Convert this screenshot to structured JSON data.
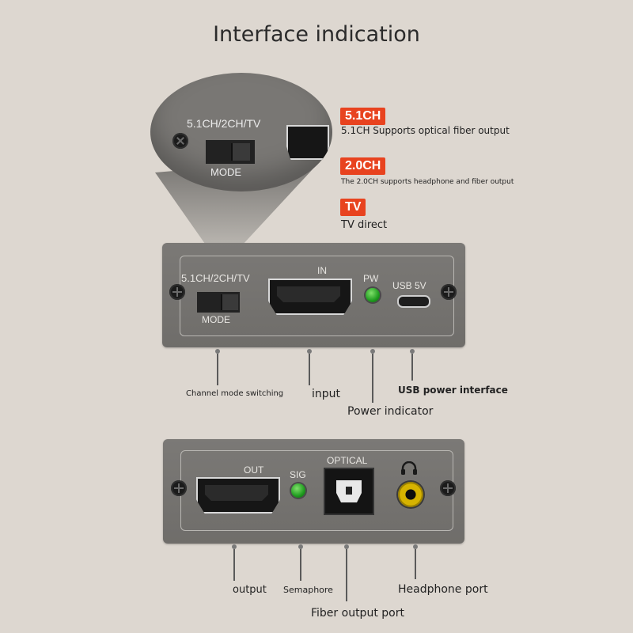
{
  "title": "Interface indication",
  "modes": [
    {
      "badge": "5.1CH",
      "text": "5.1CH Supports optical fiber output"
    },
    {
      "badge": "2.0CH",
      "text": "The 2.0CH supports headphone and fiber output"
    },
    {
      "badge": "TV",
      "text": "TV direct"
    }
  ],
  "zoom": {
    "mode_options": "5.1CH/2CH/TV",
    "mode_label": "MODE"
  },
  "top_panel": {
    "mode_options": "5.1CH/2CH/TV",
    "mode_label": "MODE",
    "in_label": "IN",
    "pw_label": "PW",
    "usb_label": "USB 5V"
  },
  "bottom_panel": {
    "out_label": "OUT",
    "sig_label": "SIG",
    "optical_label": "OPTICAL"
  },
  "top_annotations": {
    "channel": "Channel mode switching",
    "input": "input",
    "power": "Power indicator",
    "usb": "USB power interface"
  },
  "bottom_annotations": {
    "output": "output",
    "semaphore": "Semaphore",
    "fiber": "Fiber output port",
    "headphone": "Headphone port"
  },
  "colors": {
    "badge": "#e8431f",
    "led": "#2fae2f",
    "jack": "#d6b300",
    "panel": "#75736f"
  }
}
